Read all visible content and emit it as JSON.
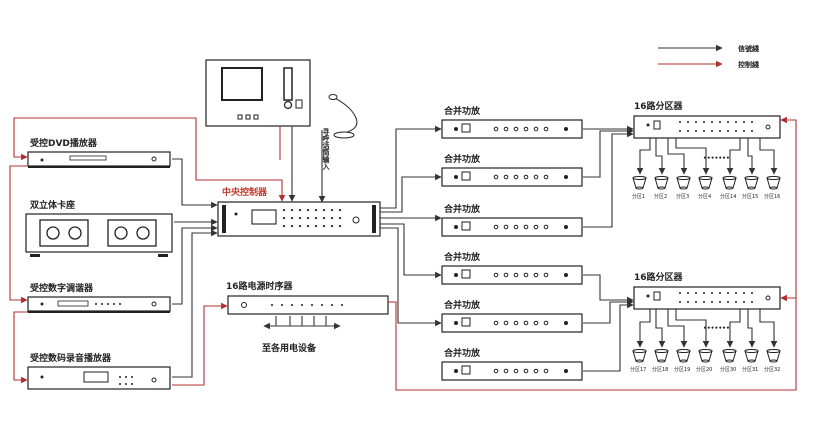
{
  "legend": {
    "signal_label": "信號綫",
    "control_label": "控制綫",
    "signal_color": "#333333",
    "control_color": "#b03030"
  },
  "devices": {
    "dvd": "受控DVD播放器",
    "cassette": "双立体卡座",
    "tuner": "受控数字调谐器",
    "recorder": "受控数码录音播放器",
    "controller": "中央控制器",
    "sequencer": "16路电源时序器",
    "sequencer_output": "至各用电设备",
    "paging_mic": "寻呼话筒输入",
    "amp": "合并功放",
    "zone_dist_top": "16路分区器",
    "zone_dist_bottom": "16路分区器"
  },
  "zones_top": [
    "分区1",
    "分区2",
    "分区3",
    "分区4",
    "分区14",
    "分区15",
    "分区16"
  ],
  "zones_bottom": [
    "分区17",
    "分区18",
    "分区19",
    "分区20",
    "分区30",
    "分区31",
    "分区32"
  ],
  "ellipsis": "•••••••"
}
